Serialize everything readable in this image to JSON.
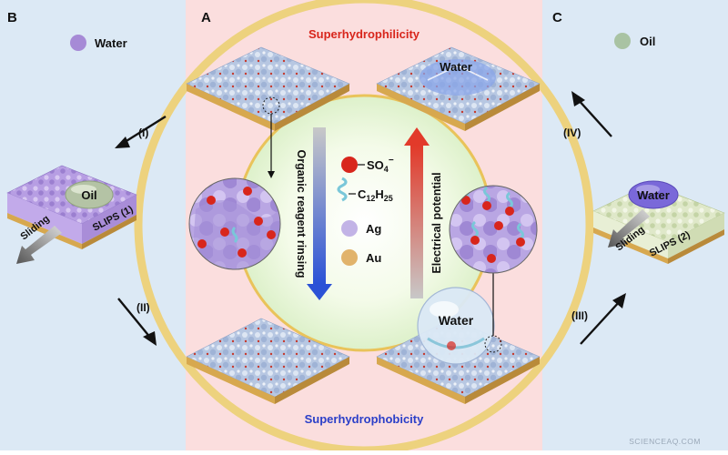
{
  "panels": {
    "a": {
      "letter": "A",
      "top_title": "Superhydrophilicity",
      "bottom_title": "Superhydrophobicity"
    },
    "b": {
      "letter": "B",
      "legend_water": "Water",
      "step1": "(I)",
      "step2": "(II)",
      "oil_label": "Oil",
      "sliding": "Sliding",
      "slips": "SLIPS (1)"
    },
    "c": {
      "letter": "C",
      "legend_oil": "Oil",
      "step3": "(III)",
      "step4": "(IV)",
      "water_label": "Water",
      "sliding": "Sliding",
      "slips": "SLIPS (2)"
    }
  },
  "labels": {
    "water_top": "Water",
    "water_bubble": "Water",
    "rinsing": "Organic reagent rinsing",
    "potential": "Electrical potential"
  },
  "legend": {
    "sulfate_base": "SO",
    "sulfate_sub": "4",
    "sulfate_sup": "−",
    "chain_c": "C",
    "chain_c_sub": "12",
    "chain_h": "H",
    "chain_h_sub": "25",
    "ag": "Ag",
    "au": "Au"
  },
  "watermark": "SCIENCEAQ.COM",
  "colors": {
    "left_bg": "#dce9f5",
    "center_bg": "#fbdede",
    "right_bg": "#dce9f5",
    "water": "#a68ad6",
    "oil": "#a9c3a3",
    "ag": "#c2b3e6",
    "au": "#e1b36b",
    "sulfate": "#d8261c",
    "chain": "#7ac7d9",
    "ring": "#e9c35a",
    "up_arrow": "#e23a2a",
    "down_arrow": "#2b52d6"
  }
}
